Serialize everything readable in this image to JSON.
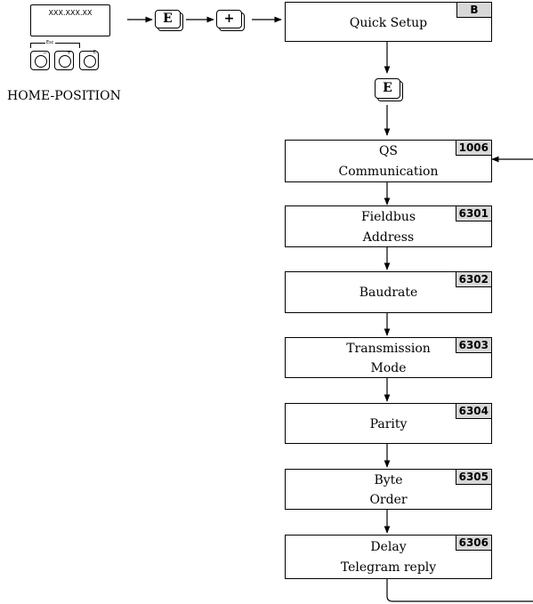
{
  "device": {
    "display_text": "XXX.XXX.XX",
    "esc_label": "Esc",
    "home_label": "HOME-POSITION",
    "plus_symbol": "+",
    "minus_symbol": "−"
  },
  "keys": {
    "enter": "E",
    "plus": "+"
  },
  "quick_setup": {
    "label": "Quick Setup",
    "code": "B"
  },
  "steps": [
    {
      "line1": "QS",
      "line2": "Communication",
      "code": "1006"
    },
    {
      "line1": "Fieldbus",
      "line2": "Address",
      "code": "6301"
    },
    {
      "line1": "Baudrate",
      "line2": "",
      "code": "6302"
    },
    {
      "line1": "Transmission",
      "line2": "Mode",
      "code": "6303"
    },
    {
      "line1": "Parity",
      "line2": "",
      "code": "6304"
    },
    {
      "line1": "Byte",
      "line2": "Order",
      "code": "6305"
    },
    {
      "line1": "Delay",
      "line2": "Telegram reply",
      "code": "6306"
    }
  ]
}
